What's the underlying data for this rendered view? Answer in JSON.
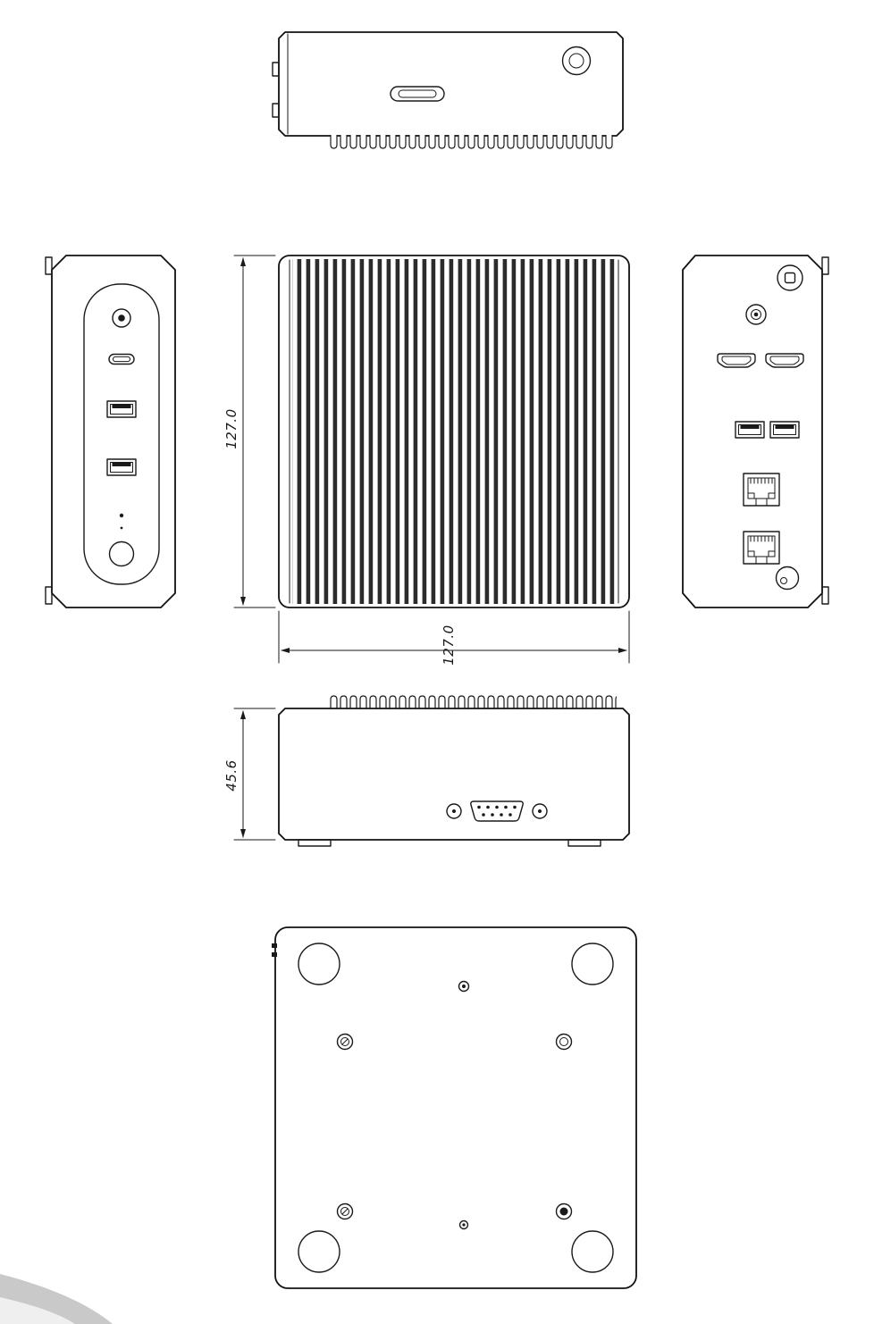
{
  "page": {
    "background": "#ffffff",
    "line_color": "#1a1a1a",
    "shadow_color": "#c9c9c9"
  },
  "drawing": {
    "dimensions": {
      "front_height_mm": "127.0",
      "front_width_mm": "127.0",
      "side_depth_mm": "45.6"
    },
    "views": [
      {
        "id": "top",
        "label": "top-view",
        "features": [
          "usb-c-port",
          "screw-hole",
          "vent-grille"
        ]
      },
      {
        "id": "left-side",
        "label": "left-side-view",
        "features": [
          "audio-jack",
          "usb-c-port",
          "usb-a-port",
          "usb-a-port",
          "status-led",
          "power-button"
        ]
      },
      {
        "id": "front",
        "label": "front-view",
        "features": [
          "heatsink-fins"
        ]
      },
      {
        "id": "right-side",
        "label": "right-side-view",
        "features": [
          "kensington-lock",
          "dc-jack",
          "hdmi-port",
          "hdmi-port",
          "usb-a-port",
          "usb-a-port",
          "ethernet-port",
          "ethernet-port",
          "screw-hole"
        ]
      },
      {
        "id": "rear",
        "label": "rear-view",
        "features": [
          "vent-grille",
          "serial-db9-port"
        ]
      },
      {
        "id": "bottom",
        "label": "bottom-view",
        "features": [
          "rubber-foot",
          "rubber-foot",
          "rubber-foot",
          "rubber-foot",
          "screw-hole",
          "screw-hole",
          "screw-hole",
          "screw-hole",
          "mounting-hole",
          "mounting-hole"
        ]
      }
    ]
  }
}
